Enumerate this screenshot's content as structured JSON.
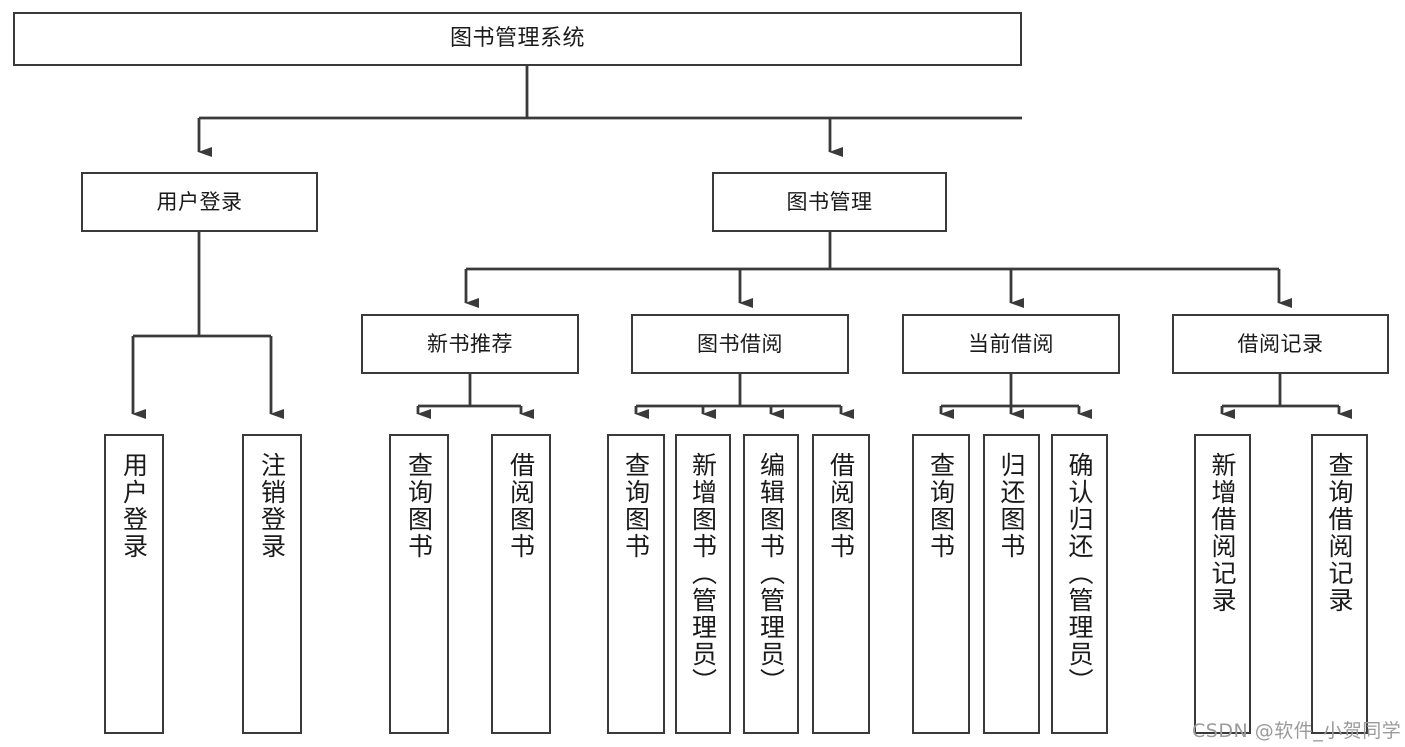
{
  "diagram": {
    "title_text": "图书管理系统",
    "watermark": "CSDN @软件_小贺同学",
    "colors": {
      "box_border": "#3a3a3a",
      "box_fill": "#ffffff",
      "line": "#3a3a3a",
      "text": "#1a1a1a",
      "watermark": "#9b9b9b",
      "background": "#ffffff"
    },
    "levels": {
      "root": "图书管理系统",
      "level2": [
        "用户登录",
        "图书管理"
      ],
      "level3": [
        "新书推荐",
        "图书借阅",
        "当前借阅",
        "借阅记录"
      ]
    },
    "root": {
      "label": "图书管理系统"
    },
    "level2": [
      {
        "label": "用户登录"
      },
      {
        "label": "图书管理"
      }
    ],
    "level3": [
      {
        "label": "新书推荐"
      },
      {
        "label": "图书借阅"
      },
      {
        "label": "当前借阅"
      },
      {
        "label": "借阅记录"
      }
    ],
    "leaves": {
      "user_login": [
        {
          "label": "用户登录"
        },
        {
          "label": "注销登录"
        }
      ],
      "new_book_recommend": [
        {
          "label": "查询图书"
        },
        {
          "label": "借阅图书"
        }
      ],
      "book_borrow": [
        {
          "label": "查询图书"
        },
        {
          "label": "新增图书（管理员）"
        },
        {
          "label": "编辑图书（管理员）"
        },
        {
          "label": "借阅图书"
        }
      ],
      "current_borrow": [
        {
          "label": "查询图书"
        },
        {
          "label": "归还图书"
        },
        {
          "label": "确认归还（管理员）"
        }
      ],
      "borrow_record": [
        {
          "label": "新增借阅记录"
        },
        {
          "label": "查询借阅记录"
        }
      ]
    }
  }
}
